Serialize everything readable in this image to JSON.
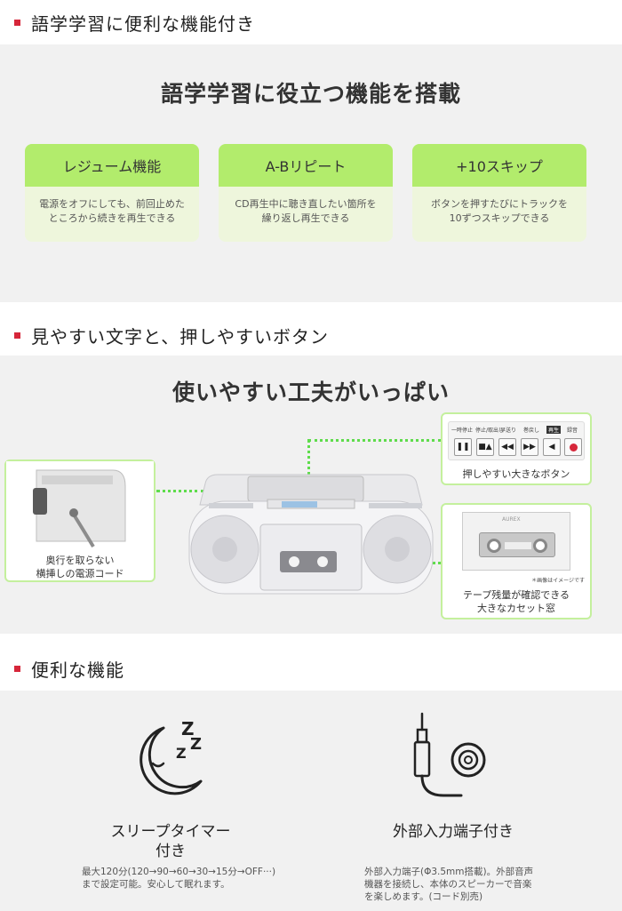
{
  "section1": {
    "heading": "語学学習に便利な機能付き",
    "title": "語学学習に役立つ機能を搭載",
    "cards": [
      {
        "title": "レジューム機能",
        "desc1": "電源をオフにしても、前回止めた",
        "desc2": "ところから続きを再生できる"
      },
      {
        "title": "A-Bリピート",
        "desc1": "CD再生中に聴き直したい箇所を",
        "desc2": "繰り返し再生できる"
      },
      {
        "title": "+10スキップ",
        "desc1": "ボタンを押すたびにトラックを",
        "desc2": "10ずつスキップできる"
      }
    ]
  },
  "section2": {
    "heading": "見やすい文字と、押しやすいボタン",
    "title": "使いやすい工夫がいっぱい",
    "cord_caption1": "奥行を取らない",
    "cord_caption2": "横挿しの電源コード",
    "buttons_caption": "押しやすい大きなボタン",
    "button_labels": [
      "一時停止",
      "停止/取出し",
      "早送り",
      "巻戻し",
      "再生",
      "録音"
    ],
    "cassette_caption1": "テープ残量が確認できる",
    "cassette_caption2": "大きなカセット窓",
    "image_note": "＊画像はイメージです",
    "brand": "AUREX"
  },
  "section3": {
    "heading": "便利な機能",
    "features": [
      {
        "title1": "スリープタイマー",
        "title2": "付き",
        "desc1": "最大120分(120→90→60→30→15分→OFF···)",
        "desc2": "まで設定可能。安心して眠れます。",
        "icon": "sleep-moon-icon"
      },
      {
        "title1": "外部入力端子付き",
        "desc1": "外部入力端子(Φ3.5mm搭載)。外部音声",
        "desc2": "機器を接続し、本体のスピーカーで音楽",
        "desc3": "を楽しめます。(コード別売)",
        "icon": "audio-jack-icon"
      }
    ]
  },
  "colors": {
    "accent_red": "#d6263a",
    "green": "#b2ec6c",
    "dotted_green": "#5fdc4c"
  }
}
